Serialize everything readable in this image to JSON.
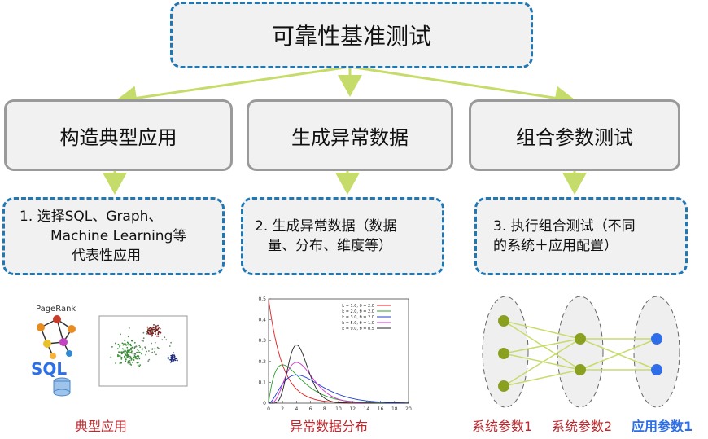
{
  "title": "可靠性基准测试",
  "columns": [
    {
      "heading": "构造典型应用",
      "desc": [
        "1.  选择SQL、Graph、",
        "Machine Learning等",
        "代表性应用"
      ],
      "caption": "典型应用"
    },
    {
      "heading": "生成异常数据",
      "desc": [
        "2. 生成异常数据（数据",
        "量、分布、维度等）"
      ],
      "caption": "异常数据分布"
    },
    {
      "heading": "组合参数测试",
      "desc": [
        "3. 执行组合测试（不同",
        "的系统＋应用配置）"
      ]
    }
  ],
  "app_icons": {
    "pagerank": "PageRank",
    "sql": "SQL"
  },
  "param_captions": [
    "系统参数1",
    "系统参数2",
    "应用参数1"
  ],
  "chart_data": {
    "type": "line",
    "xlim": [
      0,
      20
    ],
    "ylim": [
      0,
      0.5
    ],
    "x_ticks": [
      "0",
      "2",
      "4",
      "6",
      "8",
      "10",
      "12",
      "14",
      "16",
      "18",
      "20"
    ],
    "y_ticks": [
      "0",
      "0.1",
      "0.2",
      "0.3",
      "0.4",
      "0.5"
    ],
    "series": [
      {
        "name": "k = 1.0, θ = 2.0",
        "k": 1.0,
        "theta": 2.0,
        "color": "#e41a1c"
      },
      {
        "name": "k = 2.0, θ = 2.0",
        "k": 2.0,
        "theta": 2.0,
        "color": "#2ca02c"
      },
      {
        "name": "k = 3.0, θ = 2.0",
        "k": 3.0,
        "theta": 2.0,
        "color": "#1f3fd6"
      },
      {
        "name": "k = 5.0, θ = 1.0",
        "k": 5.0,
        "theta": 1.0,
        "color": "#d62fd6"
      },
      {
        "name": "k = 9.0, θ = 0.5",
        "k": 9.0,
        "theta": 0.5,
        "color": "#222222"
      }
    ]
  },
  "colors": {
    "border_blue": "#1f77b4",
    "arrow_green": "#c6dc6a",
    "node_olive": "#8aa021",
    "node_blue": "#2f6ee8"
  }
}
